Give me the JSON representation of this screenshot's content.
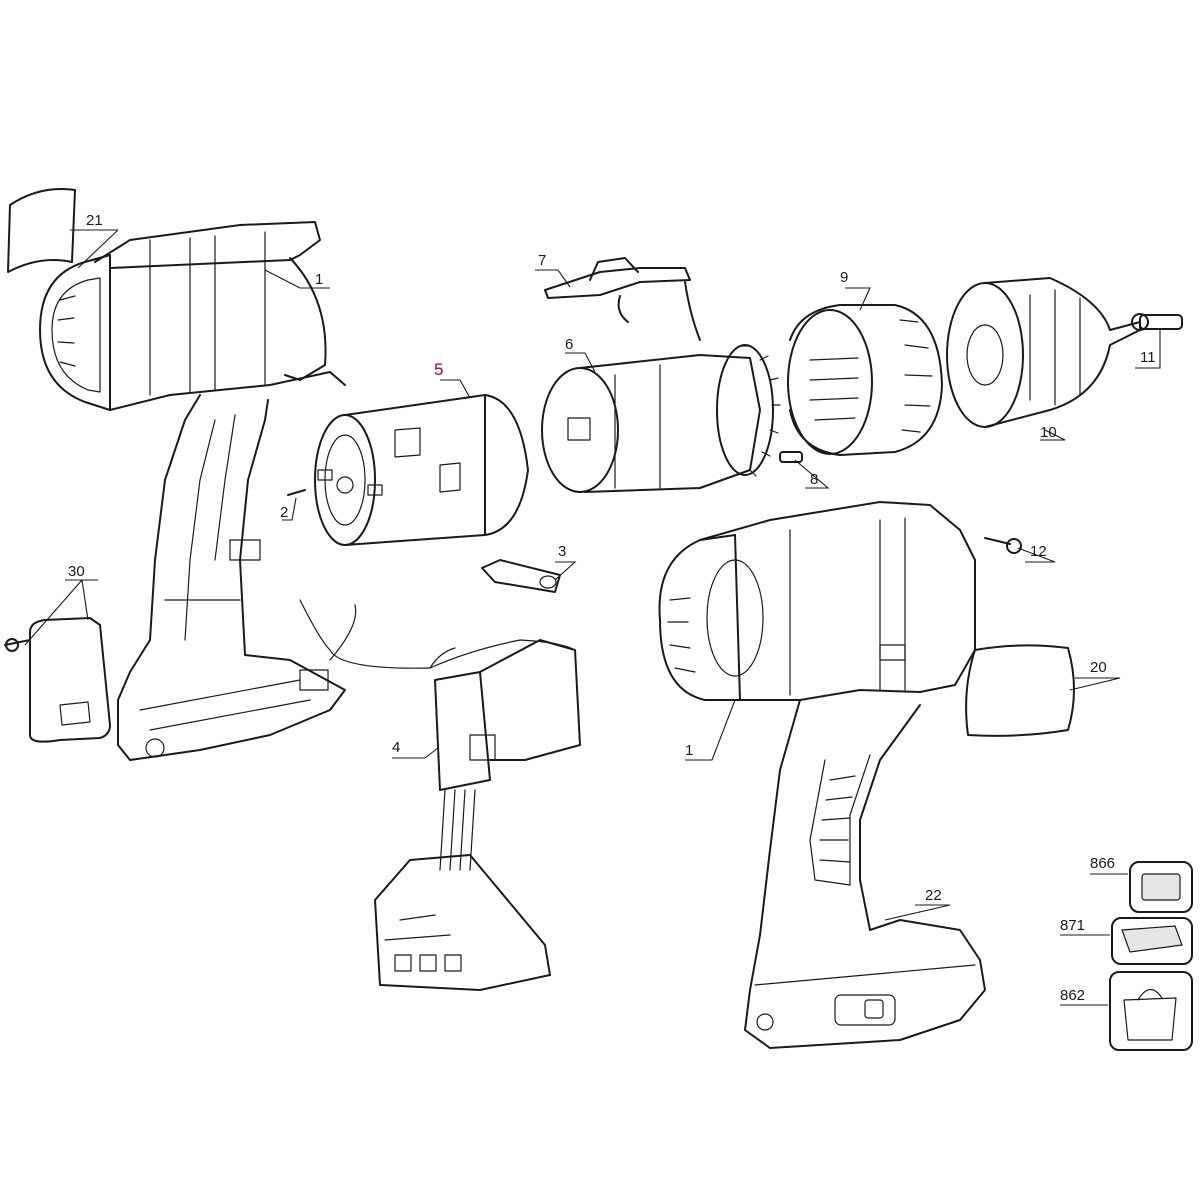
{
  "diagram": {
    "highlight_color": "#b00020",
    "line_color": "#1a1a1a",
    "callouts": {
      "c21": "21",
      "c1_top": "1",
      "c7": "7",
      "c5": "5",
      "c6": "6",
      "c9": "9",
      "c11": "11",
      "c10": "10",
      "c8": "8",
      "c2": "2",
      "c3": "3",
      "c12": "12",
      "c30": "30",
      "c20": "20",
      "c4": "4",
      "c1_bottom": "1",
      "c866": "866",
      "c22": "22",
      "c871": "871",
      "c862": "862"
    }
  }
}
